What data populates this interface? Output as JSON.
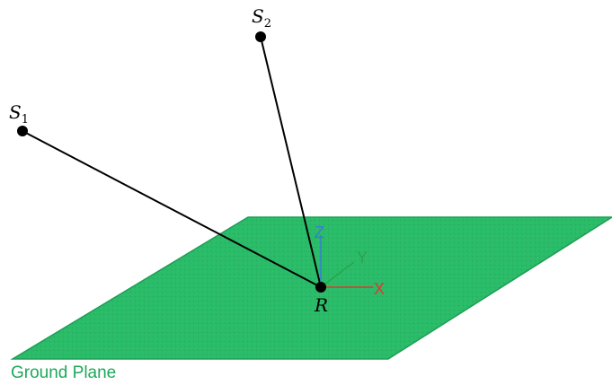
{
  "diagram": {
    "ground_plane_label": "Ground Plane",
    "points": {
      "s1": {
        "base": "S",
        "subscript": "1"
      },
      "s2": {
        "base": "S",
        "subscript": "2"
      },
      "r": {
        "label": "R"
      }
    },
    "axes": {
      "x": "X",
      "y": "Y",
      "z": "Z"
    },
    "colors": {
      "plane_fill": "#2bbf6b",
      "plane_grid": "#1e8a4c",
      "plane_border": "#1f9e56",
      "plane_label": "#1fa85a",
      "x_axis": "#e8332a",
      "y_axis": "#2ca44a",
      "z_axis": "#3a7bd5",
      "lines": "#000000"
    }
  }
}
